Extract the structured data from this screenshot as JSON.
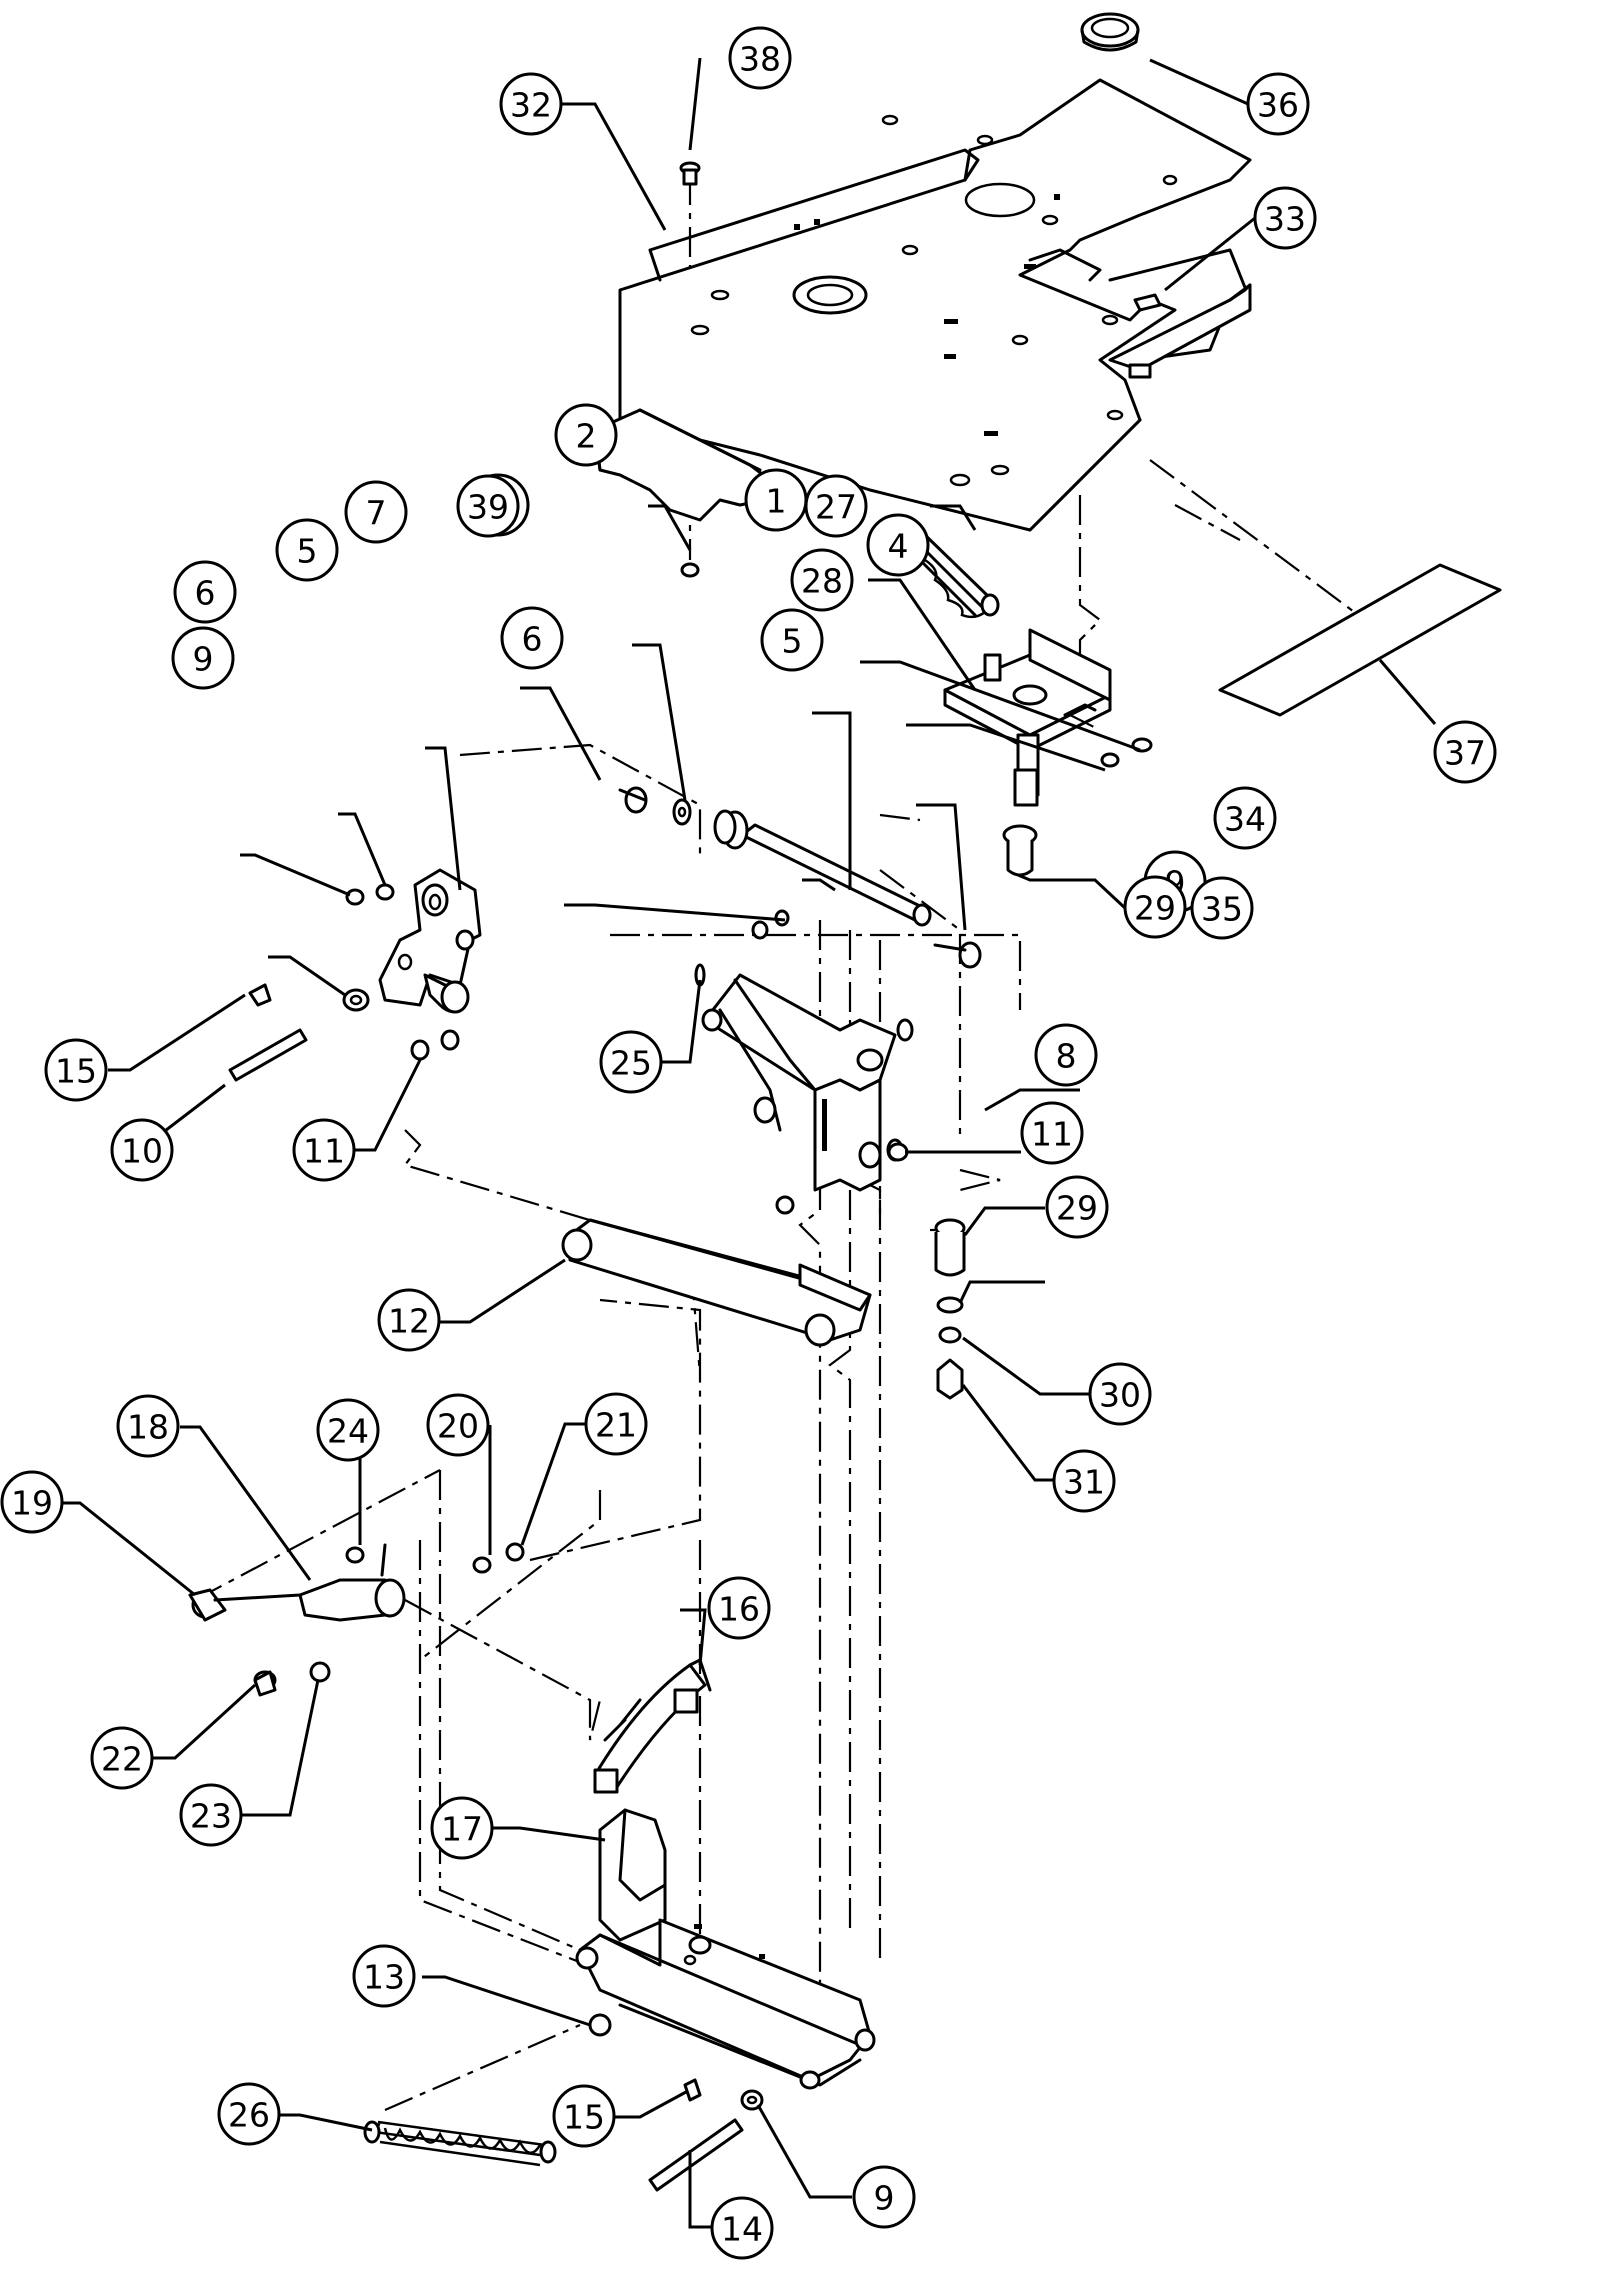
{
  "diagram": {
    "callouts": [
      {
        "label": "1"
      },
      {
        "label": "2"
      },
      {
        "label": "3"
      },
      {
        "label": "4"
      },
      {
        "label": "5"
      },
      {
        "label": "5"
      },
      {
        "label": "6"
      },
      {
        "label": "6"
      },
      {
        "label": "7"
      },
      {
        "label": "8"
      },
      {
        "label": "9"
      },
      {
        "label": "9"
      },
      {
        "label": "9"
      },
      {
        "label": "10"
      },
      {
        "label": "11"
      },
      {
        "label": "11"
      },
      {
        "label": "12"
      },
      {
        "label": "13"
      },
      {
        "label": "14"
      },
      {
        "label": "15"
      },
      {
        "label": "15"
      },
      {
        "label": "16"
      },
      {
        "label": "17"
      },
      {
        "label": "18"
      },
      {
        "label": "19"
      },
      {
        "label": "20"
      },
      {
        "label": "21"
      },
      {
        "label": "22"
      },
      {
        "label": "23"
      },
      {
        "label": "24"
      },
      {
        "label": "25"
      },
      {
        "label": "26"
      },
      {
        "label": "27"
      },
      {
        "label": "28"
      },
      {
        "label": "29"
      },
      {
        "label": "29"
      },
      {
        "label": "30"
      },
      {
        "label": "31"
      },
      {
        "label": "32"
      },
      {
        "label": "33"
      },
      {
        "label": "34"
      },
      {
        "label": "35"
      },
      {
        "label": "36"
      },
      {
        "label": "37"
      },
      {
        "label": "38"
      },
      {
        "label": "39"
      }
    ]
  }
}
